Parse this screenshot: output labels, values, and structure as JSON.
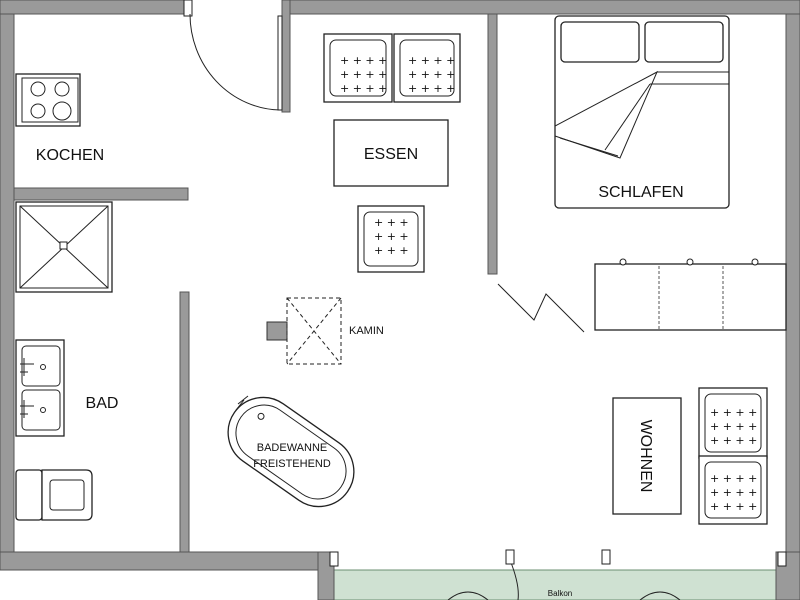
{
  "plan": {
    "rooms": {
      "kochen": "KOCHEN",
      "essen": "ESSEN",
      "schlafen": "SCHLAFEN",
      "bad": "BAD",
      "wohnen": "WOHNEN"
    },
    "fixtures": {
      "kamin": "KAMIN",
      "bathtub_line1": "BADEWANNE",
      "bathtub_line2": "FREISTEHEND",
      "balkon": "Balkon"
    },
    "colors": {
      "wall": "#9a9a9a",
      "balcony": "#cfe1d2",
      "furniture_stroke": "#222222",
      "background": "#ffffff"
    }
  }
}
